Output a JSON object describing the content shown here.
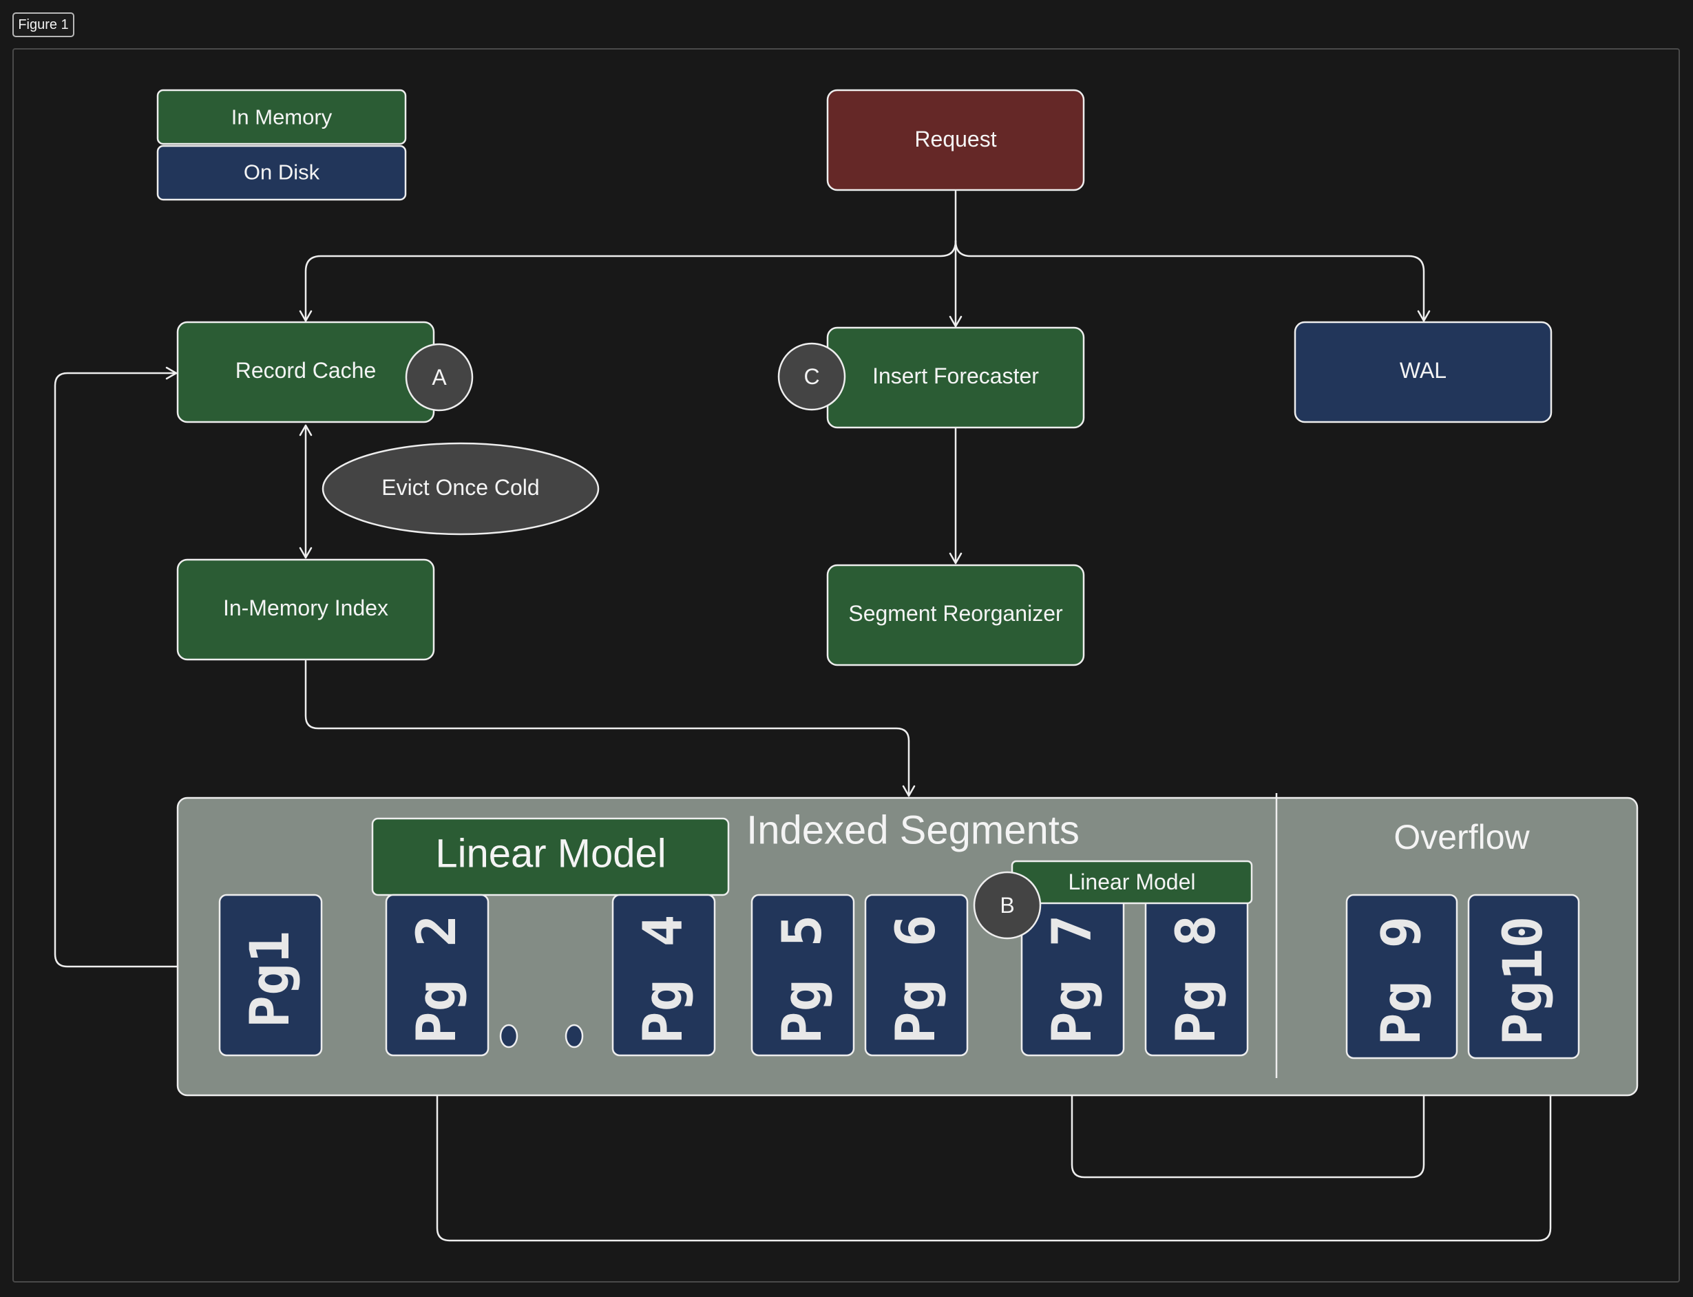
{
  "figure_tab": "Figure 1",
  "colors": {
    "background": "#181818",
    "memory": "#2b5c34",
    "disk": "#22365a",
    "request": "#652827",
    "badge": "#444444",
    "segments_panel": "#838c85",
    "stroke": "#eeeeee"
  },
  "legend": {
    "memory": "In Memory",
    "disk": "On Disk"
  },
  "nodes": {
    "request": "Request",
    "record_cache": "Record Cache",
    "insert_forecaster": "Insert Forecaster",
    "wal": "WAL",
    "evict": "Evict Once Cold",
    "in_memory_index": "In-Memory Index",
    "segment_reorganizer": "Segment Reorganizer"
  },
  "badges": {
    "a": "A",
    "b": "B",
    "c": "C"
  },
  "segments": {
    "title": "Indexed Segments",
    "overflow_title": "Overflow",
    "linear_model_large": "Linear Model",
    "linear_model_small": "Linear Model",
    "pages": [
      "Pg1",
      "Pg 2",
      "Pg 4",
      "Pg 5",
      "Pg 6",
      "Pg 7",
      "Pg 8"
    ],
    "overflow_pages": [
      "Pg 9",
      "Pg10"
    ]
  }
}
